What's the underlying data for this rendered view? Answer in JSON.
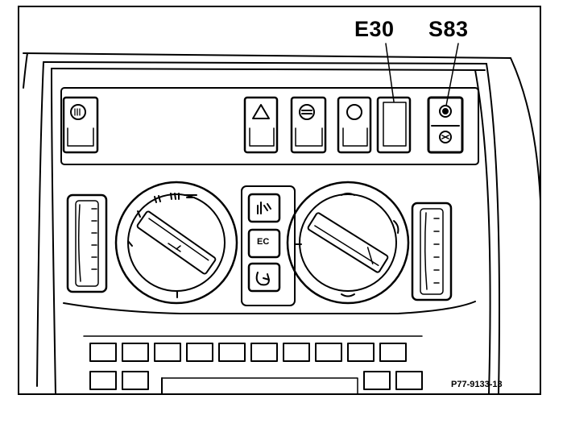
{
  "figure": {
    "callouts": [
      "E30",
      "S83"
    ],
    "figure_id": "P77-9133-13"
  },
  "icons": {
    "top_left_switch": "fog-lamp-icon",
    "switch_1": "hazard-triangle-icon",
    "switch_2": "rear-defrost-icon",
    "switch_3": "round-switch-icon",
    "switch_4_E30": "blank-switch-icon",
    "switch_5_S83": "dual-switch-icon",
    "center_top": "air-distribution-icon",
    "center_mid": "econ-icon",
    "center_bottom": "recirculation-icon"
  },
  "center_buttons": {
    "econ_label": "EC"
  },
  "left_dial": {
    "marks": [
      "I",
      "II",
      "III"
    ]
  }
}
